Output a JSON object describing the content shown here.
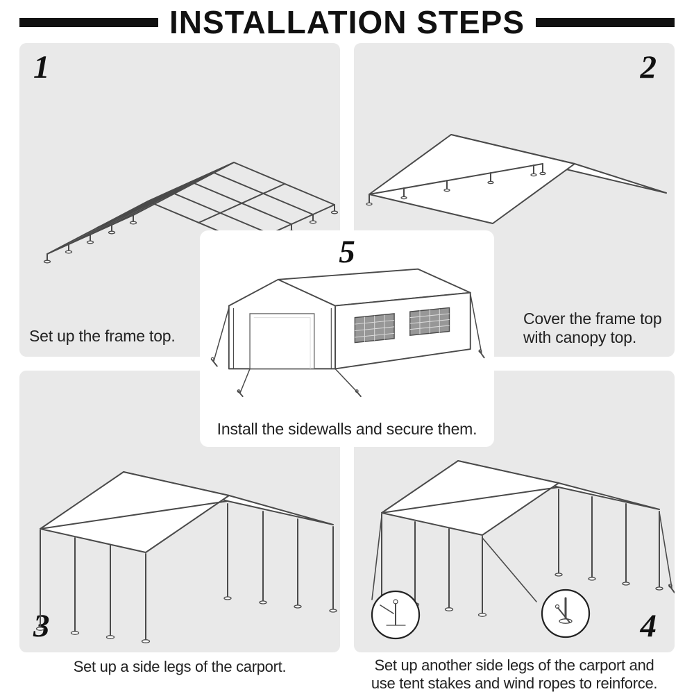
{
  "title": "INSTALLATION STEPS",
  "steps": {
    "s1": {
      "number": "1",
      "caption": "Set up the frame top."
    },
    "s2": {
      "number": "2",
      "caption_line1": "Cover the frame top",
      "caption_line2": "with canopy top."
    },
    "s3": {
      "number": "3",
      "caption": "Set up a side legs of the carport."
    },
    "s4": {
      "number": "4",
      "caption_line1": "Set up another side legs of the carport and",
      "caption_line2": "use tent stakes and wind ropes to reinforce."
    },
    "s5": {
      "number": "5",
      "caption": "Install the sidewalls and secure them."
    }
  },
  "illustrations": {
    "s1": "frame-top-wireframe",
    "s2": "frame-covered-with-canopy-top",
    "s3": "carport-with-one-side-legs",
    "s4": "carport-with-both-side-legs-wind-ropes-and-stakes",
    "s5": "carport-enclosed-with-sidewalls-door-and-mesh-windows"
  },
  "colors": {
    "panel_bg": "#e9e9e9",
    "center_panel_bg": "#ffffff",
    "title_color": "#111111",
    "text_color": "#222222",
    "line_art": "#4a4a4a"
  }
}
